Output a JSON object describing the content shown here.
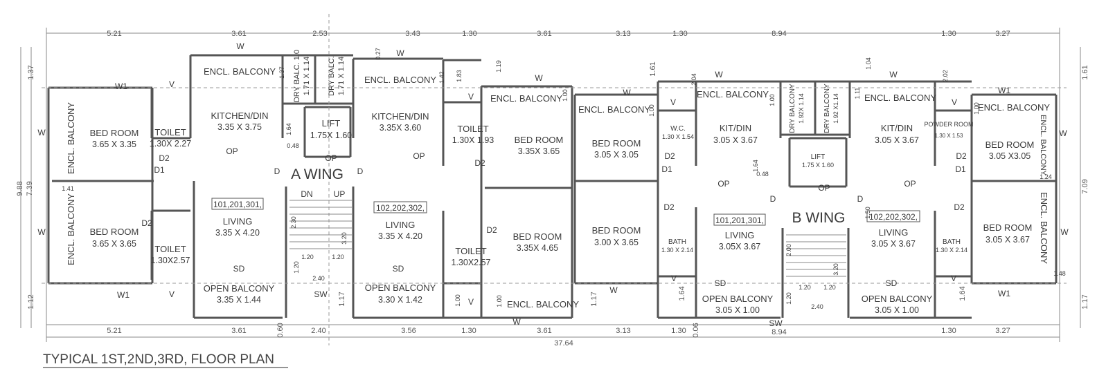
{
  "title": "TYPICAL 1ST,2ND,3RD, FLOOR PLAN",
  "wings": [
    "A WING",
    "B WING"
  ],
  "units": [
    "101,201,301,",
    "102,202,302,",
    "101,201,301,",
    "102,202,302,"
  ],
  "dimensions": {
    "top": [
      "5.21",
      "3.61",
      "2.53",
      "3.43",
      "1.30",
      "3.61",
      "3.13",
      "1.30",
      "8.94",
      "1.30",
      "3.27"
    ],
    "bottom": [
      "5.21",
      "3.61",
      "2.40",
      "3.56",
      "1.30",
      "3.61",
      "3.13",
      "1.30",
      "8.94",
      "1.30",
      "3.27"
    ],
    "total": "37.64",
    "left": {
      "overall": "9.88",
      "inner": "7.39",
      "top": "1.37",
      "bottom": "1.12"
    },
    "right": {
      "top": "1.61",
      "middle": "7.09",
      "bottom": "1.17"
    },
    "edge_small": [
      "0.60",
      "0.06"
    ],
    "inner": [
      "1.37",
      "1.42",
      "1.83",
      "1.19",
      "1.00",
      "1.00",
      "1.61",
      "2.04",
      "1.00",
      "1.04",
      "1.11",
      "2.02",
      "1.00",
      "0.27",
      "1.64",
      "0.48",
      "1.64",
      "0.48",
      "1.50",
      "1.24",
      "1.48",
      "1.41",
      "2.30",
      "3.20",
      "1.20",
      "1.20",
      "1.20",
      "2.40",
      "1.17",
      "1.00",
      "1.00",
      "1.17",
      "2.00",
      "3.20",
      "1.20",
      "1.20",
      "1.20",
      "2.40",
      "1.64",
      "1.64"
    ]
  },
  "rooms": [
    {
      "name": "ENCL. BALCONY",
      "size": ""
    },
    {
      "name": "BED ROOM",
      "size": "3.65 X 3.35"
    },
    {
      "name": "TOILET",
      "size": "1.30X 2.27"
    },
    {
      "name": "ENCL. BALCONY",
      "size": ""
    },
    {
      "name": "KITCHEN/DIN",
      "size": "3.35 X 3.75"
    },
    {
      "name": "DRY BALC. 1.0",
      "size": "1.71 X 1.14"
    },
    {
      "name": "DRY BALC.",
      "size": "1.71 X 1.14"
    },
    {
      "name": "LIFT",
      "size": "1.75X 1.60"
    },
    {
      "name": "ENCL. BALCONY",
      "size": ""
    },
    {
      "name": "BED ROOM",
      "size": "3.65 X 3.65"
    },
    {
      "name": "TOILET",
      "size": "1.30X2.57"
    },
    {
      "name": "LIVING",
      "size": "3.35 X 4.20"
    },
    {
      "name": "OPEN BALCONY",
      "size": "3.35 X 1.44"
    },
    {
      "name": "ENCL. BALCONY",
      "size": ""
    },
    {
      "name": "KITCHEN/DIN",
      "size": "3.35X 3.60"
    },
    {
      "name": "TOILET",
      "size": "1.30X 1.93"
    },
    {
      "name": "ENCL. BALCONY",
      "size": ""
    },
    {
      "name": "BED ROOM",
      "size": "3.35X 3.65"
    },
    {
      "name": "LIVING",
      "size": "3.35 X 4.20"
    },
    {
      "name": "OPEN BALCONY",
      "size": "3.30 X 1.42"
    },
    {
      "name": "TOILET",
      "size": "1.30X2.57"
    },
    {
      "name": "BED ROOM",
      "size": "3.35X 4.65"
    },
    {
      "name": "ENCL. BALCONY",
      "size": ""
    },
    {
      "name": "ENCL. BALCONY",
      "size": ""
    },
    {
      "name": "BED ROOM",
      "size": "3.05 X 3.05"
    },
    {
      "name": "W.C.",
      "size": "1.30 X 1.54"
    },
    {
      "name": "ENCL. BALCONY",
      "size": ""
    },
    {
      "name": "KIT/DIN",
      "size": "3.05 X 3.67"
    },
    {
      "name": "DRY BALCONY",
      "size": "1.92X 1.14"
    },
    {
      "name": "DRY BALCONY",
      "size": "1.92 X1.14"
    },
    {
      "name": "LIFT",
      "size": "1.75 X 1.60"
    },
    {
      "name": "ENCL. BALCONY",
      "size": ""
    },
    {
      "name": "KIT/DIN",
      "size": "3.05 X 3.67"
    },
    {
      "name": "POWDER ROOM",
      "size": "1.30 X 1.53"
    },
    {
      "name": "ENCL. BALCONY",
      "size": ""
    },
    {
      "name": "BED ROOM",
      "size": "3.05 X3.05"
    },
    {
      "name": "ENCL. BALCONY",
      "size": ""
    },
    {
      "name": "BED ROOM",
      "size": "3.00 X 3.65"
    },
    {
      "name": "BATH",
      "size": "1.30 X 2.14"
    },
    {
      "name": "LIVING",
      "size": "3.05X 3.67"
    },
    {
      "name": "OPEN BALCONY",
      "size": "3.05 X 1.00"
    },
    {
      "name": "LIVING",
      "size": "3.05 X 3.67"
    },
    {
      "name": "BATH",
      "size": "1.30 X 2.14"
    },
    {
      "name": "OPEN BALCONY",
      "size": "3.05 X 1.00"
    },
    {
      "name": "BED ROOM",
      "size": "3.05 X 3.67"
    },
    {
      "name": "ENCL. BALCONY",
      "size": ""
    }
  ],
  "openings": [
    "W1",
    "V",
    "W",
    "OP",
    "D2",
    "D1",
    "D",
    "OP",
    "D",
    "DN",
    "UP",
    "W",
    "D2",
    "W1",
    "V",
    "SD",
    "SW",
    "W",
    "V",
    "OP",
    "D2",
    "W",
    "D2",
    "SD",
    "V",
    "W",
    "W",
    "W",
    "V",
    "D2",
    "D1",
    "W",
    "OP",
    "OP",
    "D",
    "D",
    "W",
    "OP",
    "V",
    "D2",
    "D1",
    "W1",
    "W",
    "D2",
    "SD",
    "V",
    "W",
    "D2",
    "SD",
    "V",
    "W",
    "W1",
    "SW"
  ]
}
